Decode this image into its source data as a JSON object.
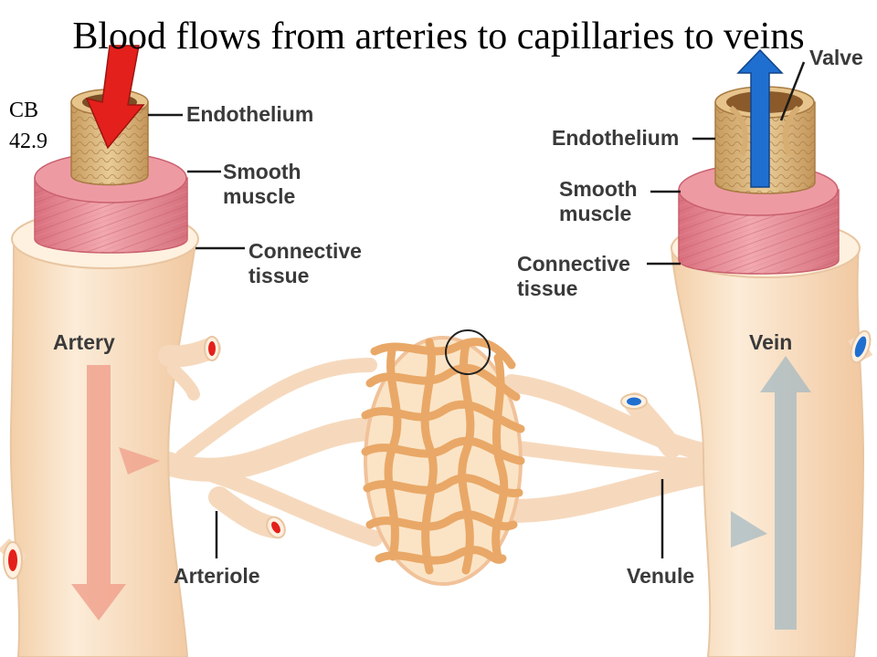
{
  "title": "Blood flows from arteries to capillaries to veins",
  "reference": {
    "line1": "CB",
    "line2": "42.9"
  },
  "labels": {
    "endothelium_left": "Endothelium",
    "smooth_left_1": "Smooth",
    "smooth_left_2": "muscle",
    "connective_left_1": "Connective",
    "connective_left_2": "tissue",
    "artery": "Artery",
    "arteriole": "Arteriole",
    "venule": "Venule",
    "vein": "Vein",
    "valve": "Valve",
    "endothelium_right": "Endothelium",
    "smooth_right_1": "Smooth",
    "smooth_right_2": "muscle",
    "connective_right_1": "Connective",
    "connective_right_2": "tissue"
  },
  "colors": {
    "vessel_outer": "#fbe4c6",
    "vessel_edge": "#e8c6a2",
    "smooth_muscle": "#e88f98",
    "endothelium": "#d8b27a",
    "capillary": "#e9a867",
    "arterial_blood": "#e3201b",
    "venous_blood": "#1f6fd1",
    "artery_flow_arrow": "#ef9a86",
    "vein_flow_arrow": "#9fb6c2",
    "label_text": "#3a3a3a"
  }
}
